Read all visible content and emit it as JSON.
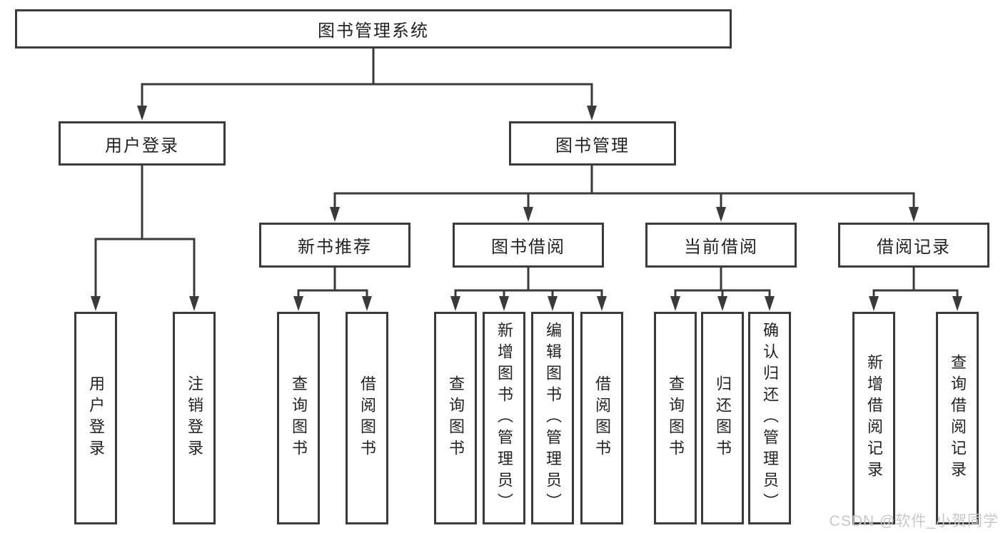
{
  "nodes": {
    "root": "图书管理系统",
    "user_login": "用户登录",
    "book_management": "图书管理",
    "new_book_recommend": "新书推荐",
    "book_borrowing": "图书借阅",
    "current_borrowing": "当前借阅",
    "borrow_records": "借阅记录",
    "ul_login": "用户登录",
    "ul_logout": "注销登录",
    "nbr_query_books": "查询图书",
    "nbr_borrow_books": "借阅图书",
    "bb_query_books": "查询图书",
    "bb_add_books": "新增图书（管理员）",
    "bb_edit_books": "编辑图书（管理员）",
    "bb_borrow_books": "借阅图书",
    "cb_query_books": "查询图书",
    "cb_return_books": "归还图书",
    "cb_confirm_return": "确认归还（管理员）",
    "br_add_record": "新增借阅记录",
    "br_query_record": "查询借阅记录"
  },
  "colors": {
    "line": "#3a3a3a",
    "text": "#232323",
    "watermark": "#c7c7c7",
    "background": "#ffffff"
  },
  "watermark": {
    "text": "CSDN @软件_小贺同学"
  }
}
